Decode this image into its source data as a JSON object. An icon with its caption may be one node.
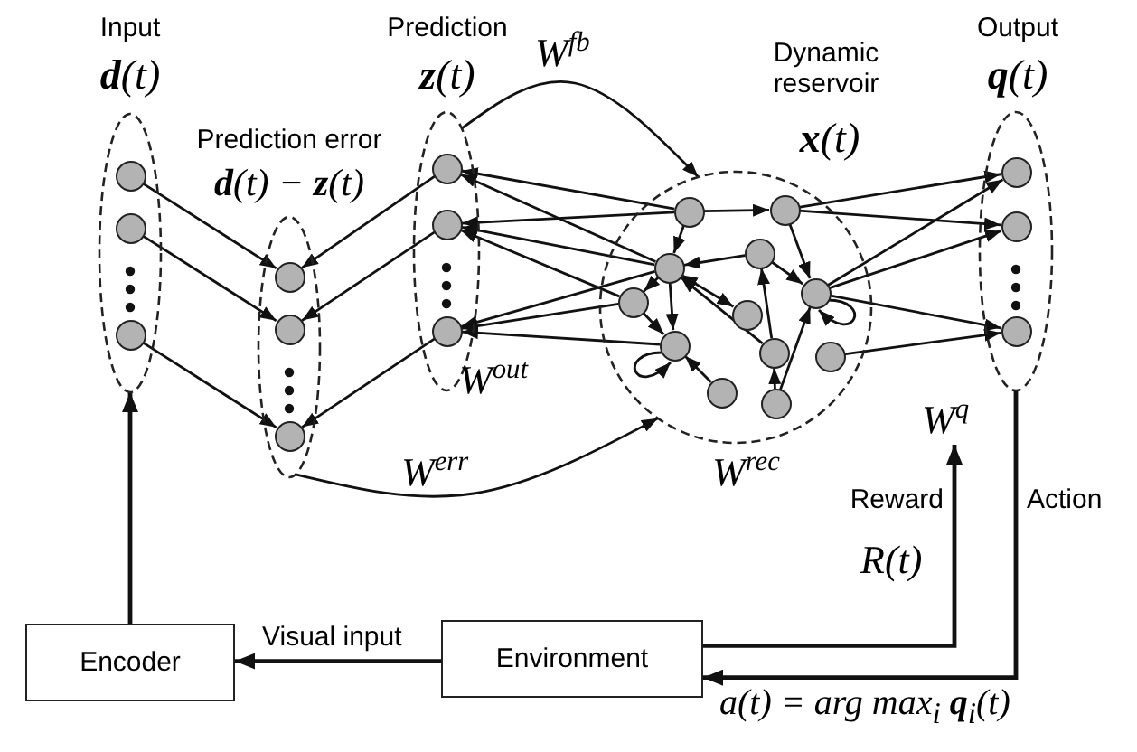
{
  "diagram": {
    "nodes": [
      {
        "text": [
          "Input",
          "**d**(t)"
        ]
      },
      {
        "text": [],
        "shape": "circle",
        "in": 0
      },
      {
        "text": [],
        "shape": "circle",
        "in": 0
      },
      {
        "text": [],
        "shape": "circle",
        "in": 0
      },
      {
        "text": [
          "Prediction error",
          "**d**(t) − **z**(t)"
        ]
      },
      {
        "text": [],
        "shape": "circle",
        "in": 4
      },
      {
        "text": [],
        "shape": "circle",
        "in": 4
      },
      {
        "text": [],
        "shape": "circle",
        "in": 4
      },
      {
        "text": [
          "Prediction",
          "**z**(t)"
        ]
      },
      {
        "text": [],
        "shape": "circle",
        "in": 8
      },
      {
        "text": [],
        "shape": "circle",
        "in": 8
      },
      {
        "text": [],
        "shape": "circle",
        "in": 8
      },
      {
        "text": [
          "Dynamic reservoir",
          "**x**(t)"
        ]
      },
      {
        "text": [],
        "shape": "circle",
        "in": 12
      },
      {
        "text": [],
        "shape": "circle",
        "in": 12
      },
      {
        "text": [],
        "shape": "circle",
        "in": 12
      },
      {
        "text": [],
        "shape": "circle",
        "in": 12
      },
      {
        "text": [],
        "shape": "circle",
        "in": 12
      },
      {
        "text": [],
        "shape": "circle",
        "in": 12
      },
      {
        "text": [],
        "shape": "circle",
        "in": 12
      },
      {
        "text": [],
        "shape": "circle",
        "in": 12
      },
      {
        "text": [],
        "shape": "circle",
        "in": 12
      },
      {
        "text": [],
        "shape": "circle",
        "in": 12
      },
      {
        "text": [],
        "shape": "circle",
        "in": 12
      },
      {
        "text": [],
        "shape": "circle",
        "in": 12
      },
      {
        "text": [
          "Output",
          "**q**(t)"
        ]
      },
      {
        "text": [],
        "shape": "circle",
        "in": 25
      },
      {
        "text": [],
        "shape": "circle",
        "in": 25
      },
      {
        "text": [],
        "shape": "circle",
        "in": 25
      },
      {
        "text": [
          "Encoder"
        ]
      },
      {
        "text": [
          "Environment"
        ]
      },
      {
        "text": [
          "W$^{q}$"
        ]
      }
    ],
    "edges": [
      {
        "from": 1,
        "to": 5,
        "arrow": "to"
      },
      {
        "from": 2,
        "to": 6,
        "arrow": "to"
      },
      {
        "from": 3,
        "to": 7,
        "arrow": "to"
      },
      {
        "from": 9,
        "to": 5,
        "arrow": "to"
      },
      {
        "from": 10,
        "to": 6,
        "arrow": "to"
      },
      {
        "from": 11,
        "to": 7,
        "arrow": "to"
      },
      {
        "from": 13,
        "to": 9,
        "arrow": "to"
      },
      {
        "from": 15,
        "to": 9,
        "arrow": "to"
      },
      {
        "from": 13,
        "to": 10,
        "arrow": "to"
      },
      {
        "from": 15,
        "to": 10,
        "arrow": "to"
      },
      {
        "from": 17,
        "to": 10,
        "arrow": "to"
      },
      {
        "from": 15,
        "to": 11,
        "arrow": "to"
      },
      {
        "from": 17,
        "to": 11,
        "arrow": "to"
      },
      {
        "from": 20,
        "to": 11,
        "arrow": "to"
      },
      {
        "from": 14,
        "to": 26,
        "arrow": "to"
      },
      {
        "from": 14,
        "to": 27,
        "arrow": "to"
      },
      {
        "from": 18,
        "to": 26,
        "arrow": "to"
      },
      {
        "from": 18,
        "to": 27,
        "arrow": "to"
      },
      {
        "from": 18,
        "to": 28,
        "arrow": "to"
      },
      {
        "from": 22,
        "to": 28,
        "arrow": "to"
      },
      {
        "from": 13,
        "to": 14,
        "arrow": "to"
      },
      {
        "from": 13,
        "to": 15,
        "arrow": "to"
      },
      {
        "from": 14,
        "to": 18,
        "arrow": "to"
      },
      {
        "from": 16,
        "to": 15,
        "arrow": "to"
      },
      {
        "from": 15,
        "to": 17,
        "arrow": "to"
      },
      {
        "from": 15,
        "to": 20,
        "arrow": "to"
      },
      {
        "from": 17,
        "to": 20,
        "arrow": "to"
      },
      {
        "from": 15,
        "to": 19,
        "arrow": "both"
      },
      {
        "from": 21,
        "to": 16,
        "arrow": "to"
      },
      {
        "from": 21,
        "to": 15,
        "arrow": "to"
      },
      {
        "from": 23,
        "to": 20,
        "arrow": "to"
      },
      {
        "from": 24,
        "to": 21,
        "arrow": "to"
      },
      {
        "from": 24,
        "to": 18,
        "arrow": "to"
      },
      {
        "from": 16,
        "to": 18,
        "arrow": "to"
      },
      {
        "from": 20,
        "to": 20,
        "arrow": "to"
      },
      {
        "from": 18,
        "to": 18,
        "arrow": "to"
      },
      {
        "from": 8,
        "to": 12,
        "arrow": "to"
      },
      {
        "from": 4,
        "to": 12,
        "arrow": "to"
      },
      {
        "from": 29,
        "to": 0,
        "arrow": "to"
      },
      {
        "from": 30,
        "to": 29,
        "arrow": "to",
        "label": "Visual input"
      },
      {
        "from": 25,
        "to": 30,
        "arrow": "to",
        "label": "Action"
      },
      {
        "from": 30,
        "to": 31,
        "arrow": "to",
        "label": "Reward"
      }
    ],
    "labels": [
      "W$^{fb}$",
      "W$^{out}$",
      "W$^{err}$",
      "W$^{rec}$",
      "R(t)",
      "a(t) = arg max$_{i}$ **q**$_{i}$(t)"
    ]
  }
}
